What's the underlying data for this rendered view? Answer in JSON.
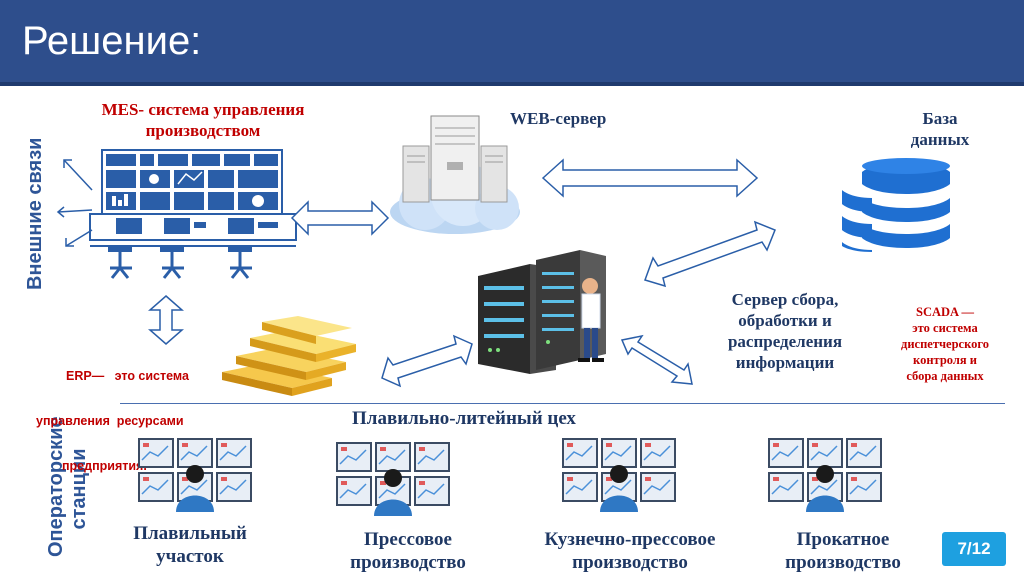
{
  "header": {
    "title": "Решение:"
  },
  "side_labels": {
    "external": "Внешние связи",
    "operator_line1": "Операторские",
    "operator_line2": "станции"
  },
  "mes": {
    "line1": "MES- система управления",
    "line2": "производством"
  },
  "web_server": {
    "label": "WEB-сервер"
  },
  "database": {
    "line1": "База",
    "line2": "данных"
  },
  "collection_server": {
    "line1": "Сервер сбора,",
    "line2": "обработки и",
    "line3": "распределения",
    "line4": "информации"
  },
  "scada": {
    "line1": "SCADA —",
    "line2": "это система",
    "line3": "диспетчерского",
    "line4": "контроля и",
    "line5": "сбора данных"
  },
  "erp": {
    "line1": "ERP—   это система",
    "line2": "управления  ресурсами",
    "line3": "предприятия."
  },
  "workshop": {
    "title": "Плавильно-литейный цех"
  },
  "stations": [
    {
      "line1": "Плавильный",
      "line2": "участок"
    },
    {
      "line1": "Прессовое",
      "line2": "производство"
    },
    {
      "line1": "Кузнечно-прессовое",
      "line2": "производство"
    },
    {
      "line1": "Прокатное",
      "line2": "производство"
    }
  ],
  "pager": {
    "text": "7/12"
  },
  "colors": {
    "header": "#2e4e8c",
    "dark_text": "#1f3864",
    "accent_red": "#c00000",
    "pager": "#1ea0e0",
    "db_blue": "#1f6fd1"
  }
}
